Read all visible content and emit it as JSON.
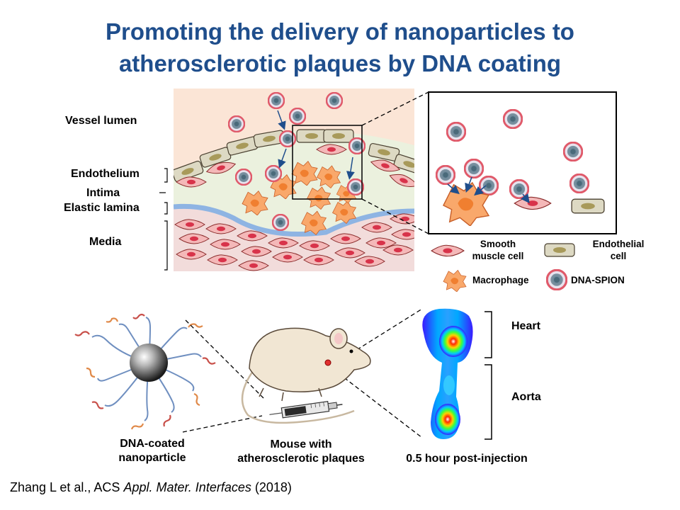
{
  "title": {
    "line1": "Promoting the delivery of  nanoparticles to",
    "line2": "atherosclerotic plaques by DNA coating"
  },
  "layers": {
    "vessel_lumen": "Vessel lumen",
    "endothelium": "Endothelium",
    "intima": "Intima",
    "elastic_lamina": "Elastic lamina",
    "media": "Media"
  },
  "legend": {
    "smooth_muscle_1": "Smooth",
    "smooth_muscle_2": "muscle cell",
    "endothelial_1": "Endothelial",
    "endothelial_2": "cell",
    "macrophage": "Macrophage",
    "dna_spion": "DNA-SPION"
  },
  "bottom": {
    "nanoparticle_1": "DNA-coated",
    "nanoparticle_2": "nanoparticle",
    "mouse_1": "Mouse with",
    "mouse_2": "atherosclerotic plaques",
    "imaging_caption": "0.5 hour post-injection",
    "heart": "Heart",
    "aorta": "Aorta"
  },
  "citation": {
    "authors": "Zhang L et al., ACS ",
    "journal": "Appl. Mater. Interfaces",
    "year": " (2018)"
  },
  "colors": {
    "title": "#1f4e8c",
    "lumen_bg": "#fbe5d6",
    "intima_bg": "#ebf1de",
    "media_bg": "#f2dcdb",
    "lamina": "#8eb4e3",
    "smooth_muscle": "#f4b8b8",
    "endothelial": "#ddd9c3",
    "macrophage": "#f9a86b",
    "spion_ring": "#e05a6a",
    "spion_core": "#5f7a8a",
    "arrow": "#1f4e8c"
  }
}
